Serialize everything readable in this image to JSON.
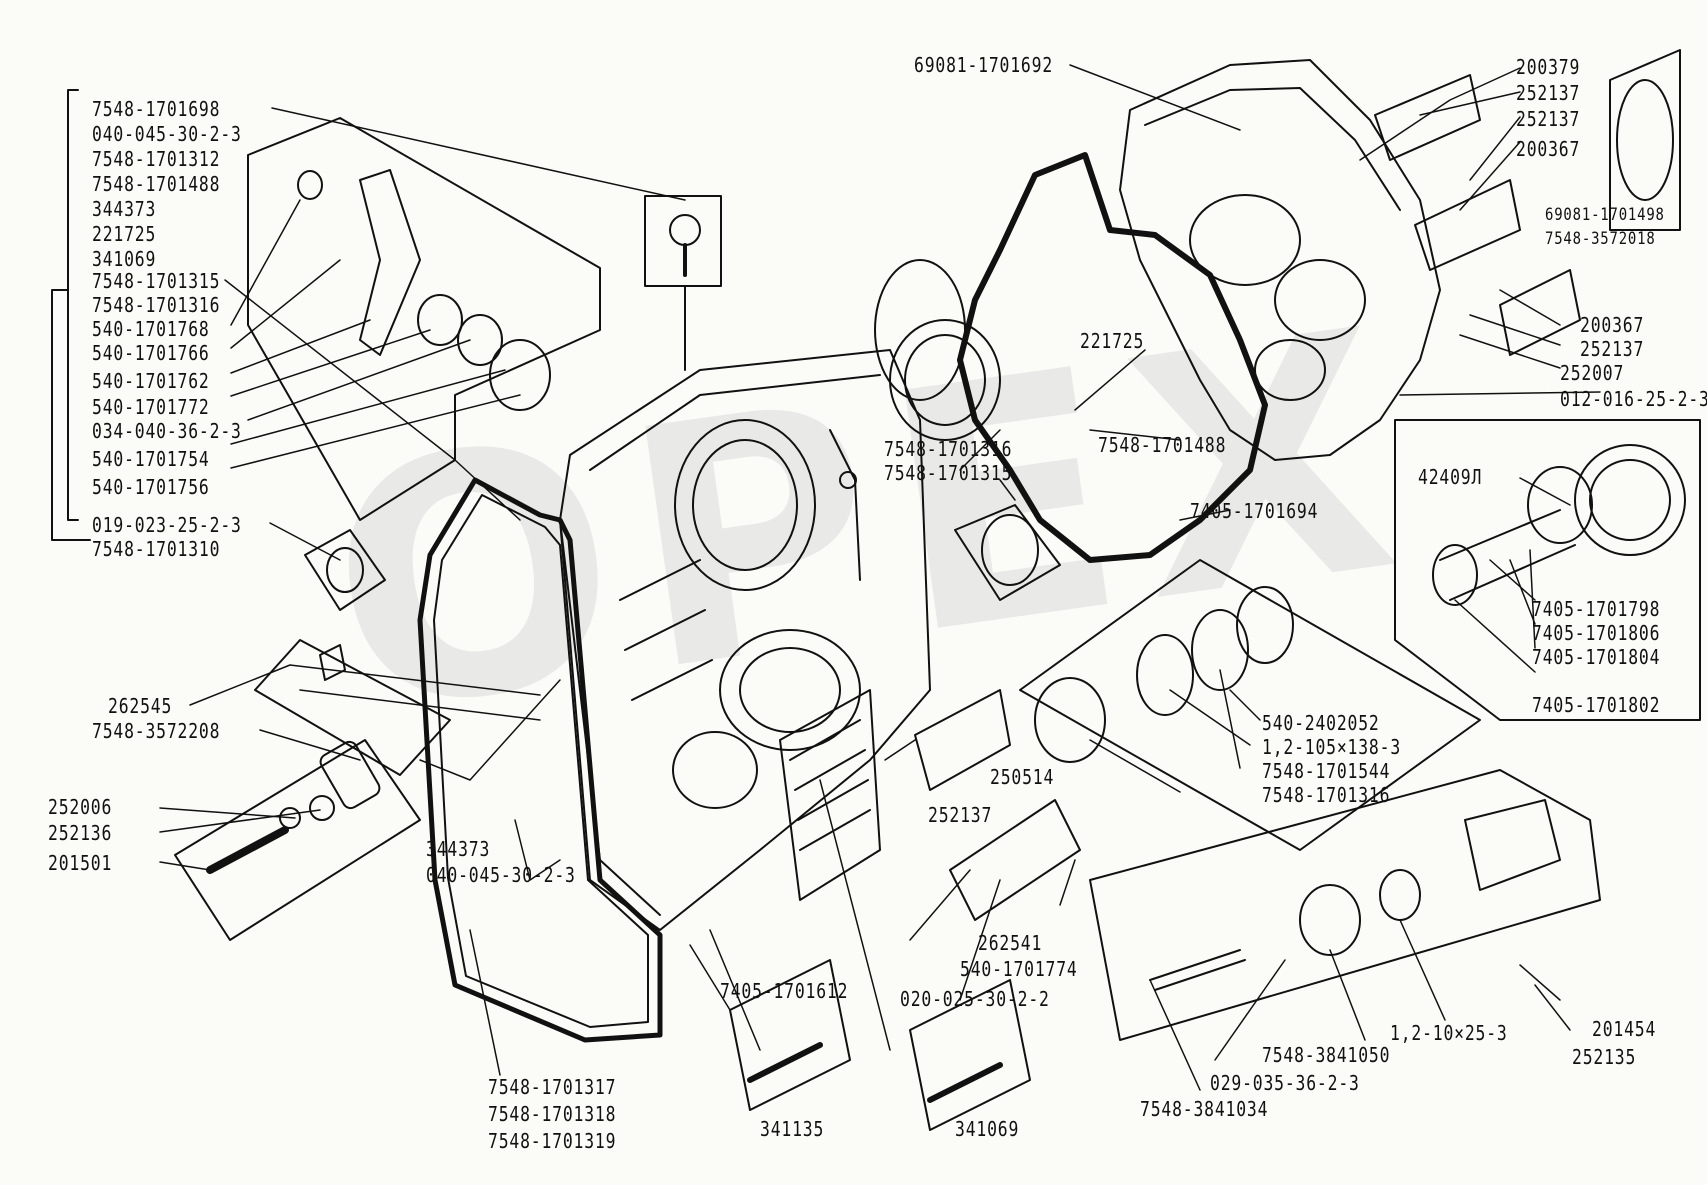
{
  "watermark": "ОРЕХ",
  "labels": {
    "l_7548_1701698": "7548-1701698",
    "l_040_045_30_2_3_a": "040-045-30-2-3",
    "l_7548_1701312": "7548-1701312",
    "l_7548_1701488_a": "7548-1701488",
    "l_344373_a": "344373",
    "l_221725_a": "221725",
    "l_341069_a": "341069",
    "l_7548_1701315_a": "7548-1701315",
    "l_7548_1701316_a": "7548-1701316",
    "l_540_1701768": "540-1701768",
    "l_540_1701766": "540-1701766",
    "l_540_1701762": "540-1701762",
    "l_540_1701772": "540-1701772",
    "l_034_040_36_2_3": "034-040-36-2-3",
    "l_540_1701754": "540-1701754",
    "l_540_1701756": "540-1701756",
    "l_019_023_25_2_3": "019-023-25-2-3",
    "l_7548_1701310": "7548-1701310",
    "l_262545": "262545",
    "l_7548_3572208": "7548-3572208",
    "l_252006": "252006",
    "l_252136": "252136",
    "l_201501": "201501",
    "l_344373_b": "344373",
    "l_040_045_30_2_3_b": "040-045-30-2-3",
    "l_7548_1701317": "7548-1701317",
    "l_7548_1701318": "7548-1701318",
    "l_7548_1701319": "7548-1701319",
    "l_341135": "341135",
    "l_7405_1701612": "7405-1701612",
    "l_341069_b": "341069",
    "l_020_025_30_2_2": "020-025-30-2-2",
    "l_540_1701774": "540-1701774",
    "l_262541": "262541",
    "l_252137_d": "252137",
    "l_250514": "250514",
    "l_69081_1701692": "69081-1701692",
    "l_221725_b": "221725",
    "l_7548_1701488_b": "7548-1701488",
    "l_7548_1701316_b": "7548-1701316",
    "l_7548_1701315_b": "7548-1701315",
    "l_7405_1701694": "7405-1701694",
    "l_540_2402052": "540-2402052",
    "l_1_2_105x138_3": "1,2-105×138-3",
    "l_7548_1701544": "7548-1701544",
    "l_7548_1701316_c": "7548-1701316",
    "l_200379": "200379",
    "l_252137_a": "252137",
    "l_252137_b": "252137",
    "l_200367_a": "200367",
    "l_69081_1701498": "69081-1701498",
    "l_7548_3572018": "7548-3572018",
    "l_200367_b": "200367",
    "l_252137_c": "252137",
    "l_252007": "252007",
    "l_012_016_25_2_3": "012-016-25-2-3",
    "l_42409L": "42409Л",
    "l_7405_1701798": "7405-1701798",
    "l_7405_1701806": "7405-1701806",
    "l_7405_1701804": "7405-1701804",
    "l_7405_1701802": "7405-1701802",
    "l_7548_3841034": "7548-3841034",
    "l_029_035_36_2_3": "029-035-36-2-3",
    "l_7548_3841050": "7548-3841050",
    "l_1_2_10x25_3": "1,2-10×25-3",
    "l_201454": "201454",
    "l_252135": "252135"
  }
}
